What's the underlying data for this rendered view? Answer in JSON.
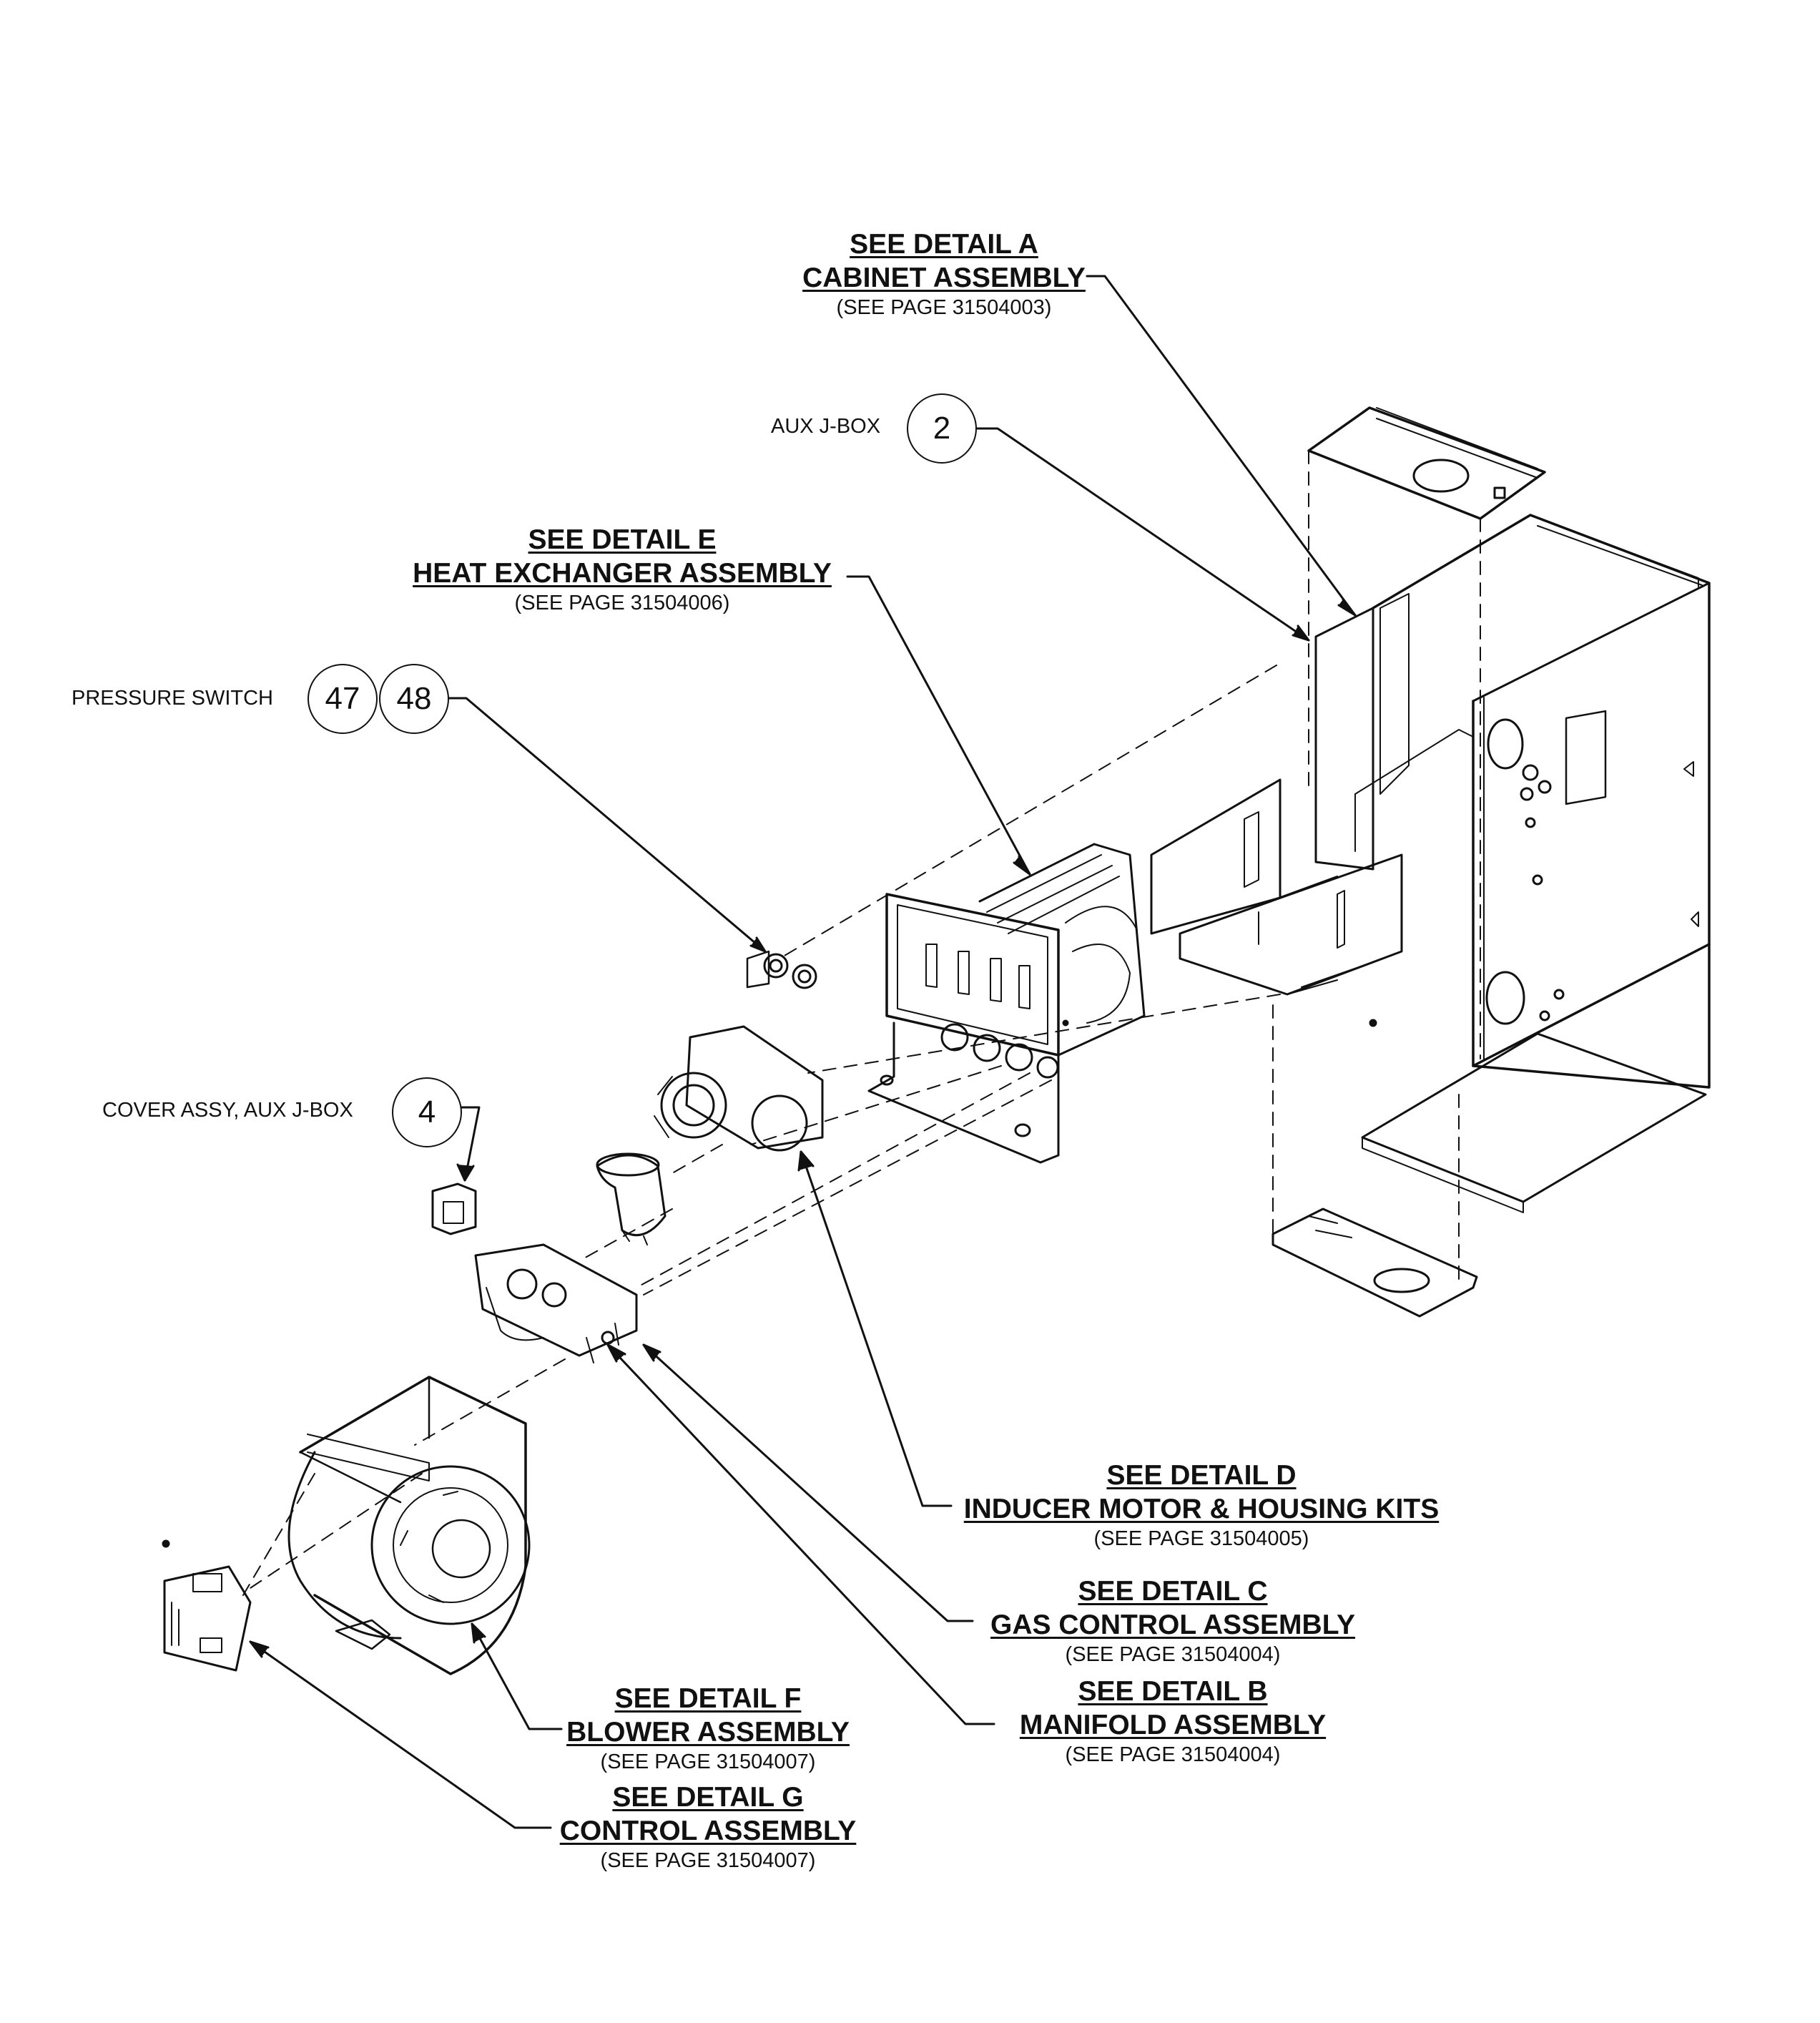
{
  "callouts": {
    "a": {
      "detail": "SEE DETAIL A",
      "name": "CABINET ASSEMBLY",
      "page": "(SEE PAGE 31504003)"
    },
    "e": {
      "detail": "SEE DETAIL E",
      "name": "HEAT EXCHANGER ASSEMBLY",
      "page": "(SEE PAGE 31504006)"
    },
    "d": {
      "detail": "SEE DETAIL D",
      "name": "INDUCER MOTOR & HOUSING KITS",
      "page": "(SEE PAGE 31504005)"
    },
    "c": {
      "detail": "SEE DETAIL C",
      "name": "GAS CONTROL ASSEMBLY",
      "page": "(SEE PAGE 31504004)"
    },
    "b": {
      "detail": "SEE DETAIL B",
      "name": "MANIFOLD ASSEMBLY",
      "page": "(SEE PAGE 31504004)"
    },
    "f": {
      "detail": "SEE DETAIL F",
      "name": "BLOWER ASSEMBLY",
      "page": "(SEE PAGE 31504007)"
    },
    "g": {
      "detail": "SEE DETAIL G",
      "name": "CONTROL ASSEMBLY",
      "page": "(SEE PAGE 31504007)"
    }
  },
  "parts": {
    "aux_jbox": {
      "label": "AUX J-BOX",
      "number": "2"
    },
    "pressure_switch": {
      "label": "PRESSURE SWITCH",
      "numbers": [
        "47",
        "48"
      ]
    },
    "cover_assy": {
      "label": "COVER ASSY, AUX J-BOX",
      "number": "4"
    }
  }
}
